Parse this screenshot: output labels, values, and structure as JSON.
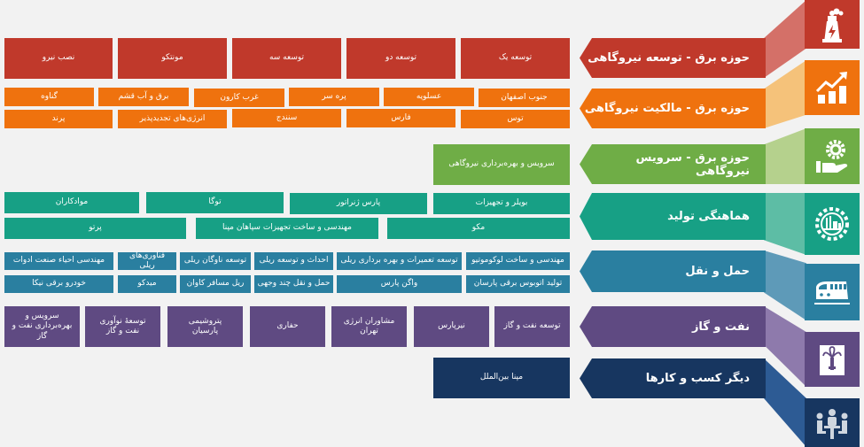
{
  "colors": {
    "red": "#c0392b",
    "red_light": "#d47068",
    "orange": "#ef720e",
    "orange_light": "#f5c27a",
    "green": "#6fad46",
    "green_light": "#b5d18d",
    "teal": "#17a085",
    "teal_light": "#5dbda5",
    "blue": "#2a7fa0",
    "blue_light": "#5e9ab8",
    "purple": "#5f4a82",
    "purple_light": "#8e7aac",
    "navy": "#173660",
    "navy_light": "#2d5b94",
    "background": "#f2f2f2"
  },
  "categories": [
    {
      "title": "حوزه برق - توسعه نیروگاهی",
      "icon": "power-plant-icon",
      "rows": [
        [
          "توسعه یک",
          "توسعه دو",
          "توسعه سه",
          "مونتکو",
          "نصب نیرو"
        ]
      ]
    },
    {
      "title": "حوزه برق - مالکیت نیروگاهی",
      "icon": "growth-chart-icon",
      "rows": [
        [
          "جنوب اصفهان",
          "عسلویه",
          "پره سر",
          "غرب کارون",
          "برق و آب قشم",
          "گناوه"
        ],
        [
          "توس",
          "فارس",
          "سنندج",
          "انرژی‌های تجدیدپذیر",
          "پرند"
        ]
      ]
    },
    {
      "title": "حوزه برق - سرویس نیروگاهی",
      "icon": "gear-hand-icon",
      "rows": [
        [
          "سرویس و بهره‌برداری نیروگاهی"
        ]
      ]
    },
    {
      "title": "هماهنگی تولید",
      "icon": "factory-gear-icon",
      "rows": [
        [
          "بویلر و تجهیزات",
          "پارس ژنراتور",
          "توگا",
          "موادکاران"
        ],
        [
          "مکو",
          "مهندسی و ساخت تجهیزات سپاهان مپنا",
          "پرتو"
        ]
      ]
    },
    {
      "title": "حمل و نقل",
      "icon": "train-icon",
      "rows": [
        [
          "مهندسی و ساخت لوکوموتیو",
          "توسعه تعمیرات و بهره برداری ریلی",
          "احداث و توسعه ریلی",
          "توسعه ناوگان ریلی",
          "فناوری‌های ریلی",
          "مهندسی احیاء صنعت ادوات"
        ],
        [
          "تولید اتوبوس برقی پارسان",
          "واگن پارس",
          "حمل و نقل چند وجهی",
          "ریل مسافر کاوان",
          "میدکو",
          "خودرو برقی نیکا"
        ]
      ]
    },
    {
      "title": "نفت و گاز",
      "icon": "oil-well-icon",
      "rows": [
        [
          "توسعه نفت و گاز",
          "نیرپارس",
          "مشاوران انرژی\nتهران",
          "حفاری",
          "پتروشیمی\nپارسیان",
          "توسعهٔ نوآوری\nنفت و گاز",
          "سرویس و\nبهره‌برداری نفت و گاز"
        ]
      ]
    },
    {
      "title": "دیگر کسب و کارها",
      "icon": "meeting-people-icon",
      "rows": [
        [
          "مپنا بین‌الملل"
        ]
      ]
    }
  ]
}
